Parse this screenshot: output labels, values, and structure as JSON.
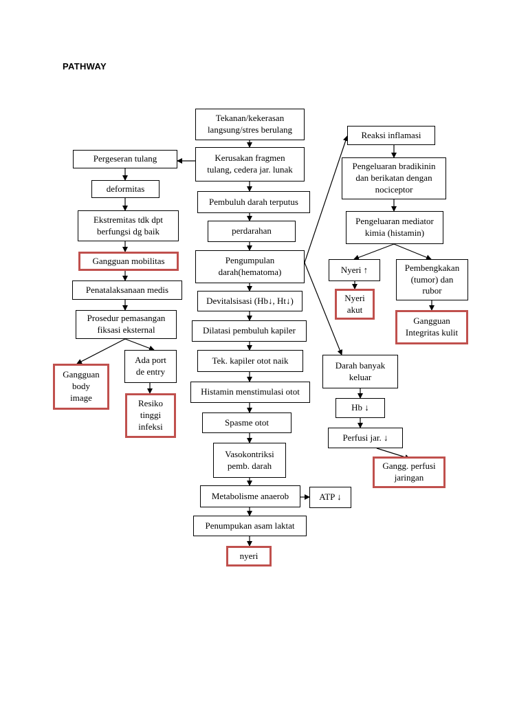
{
  "heading": "PATHWAY",
  "colors": {
    "box_border": "#000000",
    "diagnosis_border": "#c0504d",
    "arrow": "#000000"
  },
  "nodes": {
    "tekanan": "Tekanan/kekerasan\nlangsung/stres berulang",
    "kerusakan": "Kerusakan fragmen\ntulang, cedera jar. lunak",
    "pembuluh_putus": "Pembuluh darah terputus",
    "perdarahan": "perdarahan",
    "pengumpulan": "Pengumpulan\ndarah(hematoma)",
    "devitalisasi": "Devitalsisasi (Hb↓, Ht↓)",
    "dilatasi": "Dilatasi pembuluh kapiler",
    "tek_kapiler": "Tek. kapiler otot naik",
    "histamin": "Histamin menstimulasi otot",
    "spasme": "Spasme otot",
    "vasokontriksi": "Vasokontriksi\npemb. darah",
    "metabolisme": "Metabolisme anaerob",
    "atp": "ATP ↓",
    "penumpukan": "Penumpukan asam laktat",
    "nyeri": "nyeri",
    "pergeseran": "Pergeseran tulang",
    "deformitas": "deformitas",
    "ekstremitas": "Ekstremitas tdk dpt\nberfungsi dg baik",
    "gangguan_mobilitas": "Gangguan mobilitas",
    "penatalaksanaan": "Penatalaksanaan medis",
    "prosedur": "Prosedur pemasangan\nfiksasi eksternal",
    "gangguan_body": "Gangguan\nbody\nimage",
    "port": "Ada port\nde entry",
    "resiko": "Resiko\ntinggi\ninfeksi",
    "reaksi": "Reaksi inflamasi",
    "bradikinin": "Pengeluaran bradikinin\ndan berikatan dengan\nnociceptor",
    "mediator": "Pengeluaran mediator\nkimia (histamin)",
    "nyeri_naik": "Nyeri ↑",
    "nyeri_akut": "Nyeri\nakut",
    "pembengkakan": "Pembengkakan\n(tumor) dan\nrubor",
    "integritas": "Gangguan\nIntegritas kulit",
    "darah_keluar": "Darah banyak\nkeluar",
    "hb": "Hb ↓",
    "perfusi": "Perfusi jar. ↓",
    "gangg_perfusi": "Gangg. perfusi\njaringan"
  }
}
